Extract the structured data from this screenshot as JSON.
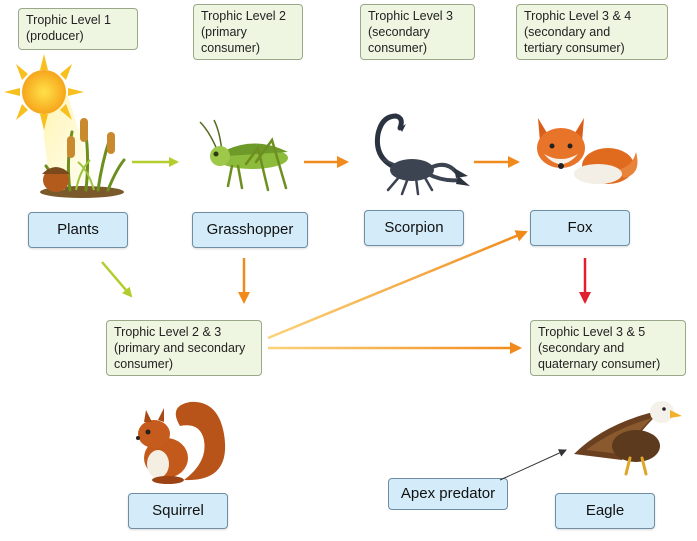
{
  "levels": {
    "l1": [
      "Trophic Level 1",
      "(producer)"
    ],
    "l2": [
      "Trophic Level 2",
      "(primary",
      "consumer)"
    ],
    "l3": [
      "Trophic Level 3",
      "(secondary",
      "consumer)"
    ],
    "l34": [
      "Trophic Level 3 & 4",
      "(secondary and",
      "tertiary consumer)"
    ],
    "l23": [
      "Trophic Level 2 & 3",
      "(primary and secondary",
      "consumer)"
    ],
    "l35": [
      "Trophic Level 3 & 5",
      "(secondary and",
      "quaternary consumer)"
    ]
  },
  "organisms": {
    "plants": "Plants",
    "grasshopper": "Grasshopper",
    "scorpion": "Scorpion",
    "fox": "Fox",
    "squirrel": "Squirrel",
    "eagle": "Eagle"
  },
  "apex_label": "Apex predator",
  "colors": {
    "arrow_green": "#b5cc2e",
    "arrow_orange": "#f08a1c",
    "arrow_red": "#e0202e"
  }
}
